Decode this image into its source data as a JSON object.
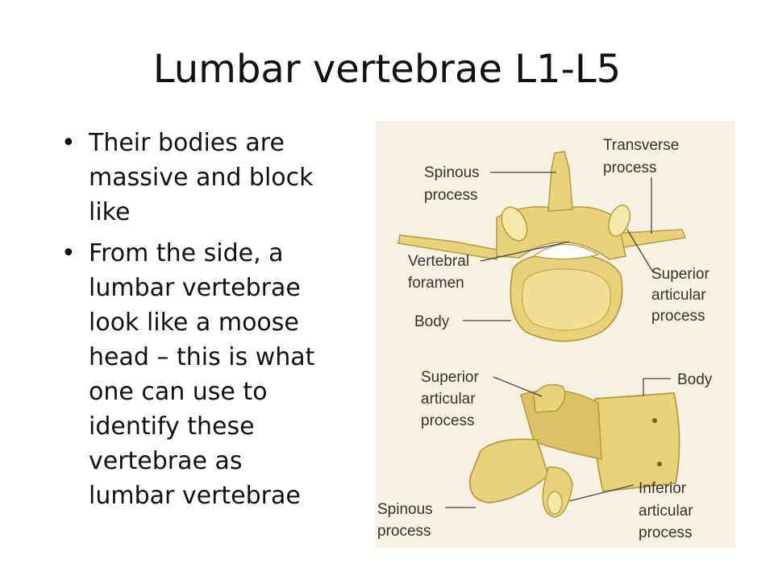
{
  "slide": {
    "title": "Lumbar vertebrae L1-L5",
    "bullets": [
      {
        "text": "Their bodies are massive and block like"
      },
      {
        "text": "From the side, a lumbar vertebrae look like a moose head – this is what one can use to identify these vertebrae as lumbar vertebrae"
      }
    ]
  },
  "figure": {
    "top_view": {
      "transverse_process": [
        "Transverse",
        "process"
      ],
      "spinous_process": [
        "Spinous",
        "process"
      ],
      "vertebral_foramen": [
        "Vertebral",
        "foramen"
      ],
      "superior_articular_process": [
        "Superior",
        "articular",
        "process"
      ],
      "body": "Body"
    },
    "side_view": {
      "superior_articular_process": [
        "Superior",
        "articular",
        "process"
      ],
      "body": "Body",
      "inferior_articular_process": [
        "Inferior",
        "articular",
        "process"
      ],
      "spinous_process": [
        "Spinous",
        "process"
      ]
    },
    "colors": {
      "bone": "#e8d27a",
      "bone_dark": "#b89a3c",
      "bone_light": "#f5e8a8",
      "paper": "#f6f1e2",
      "leader": "#444444"
    }
  }
}
